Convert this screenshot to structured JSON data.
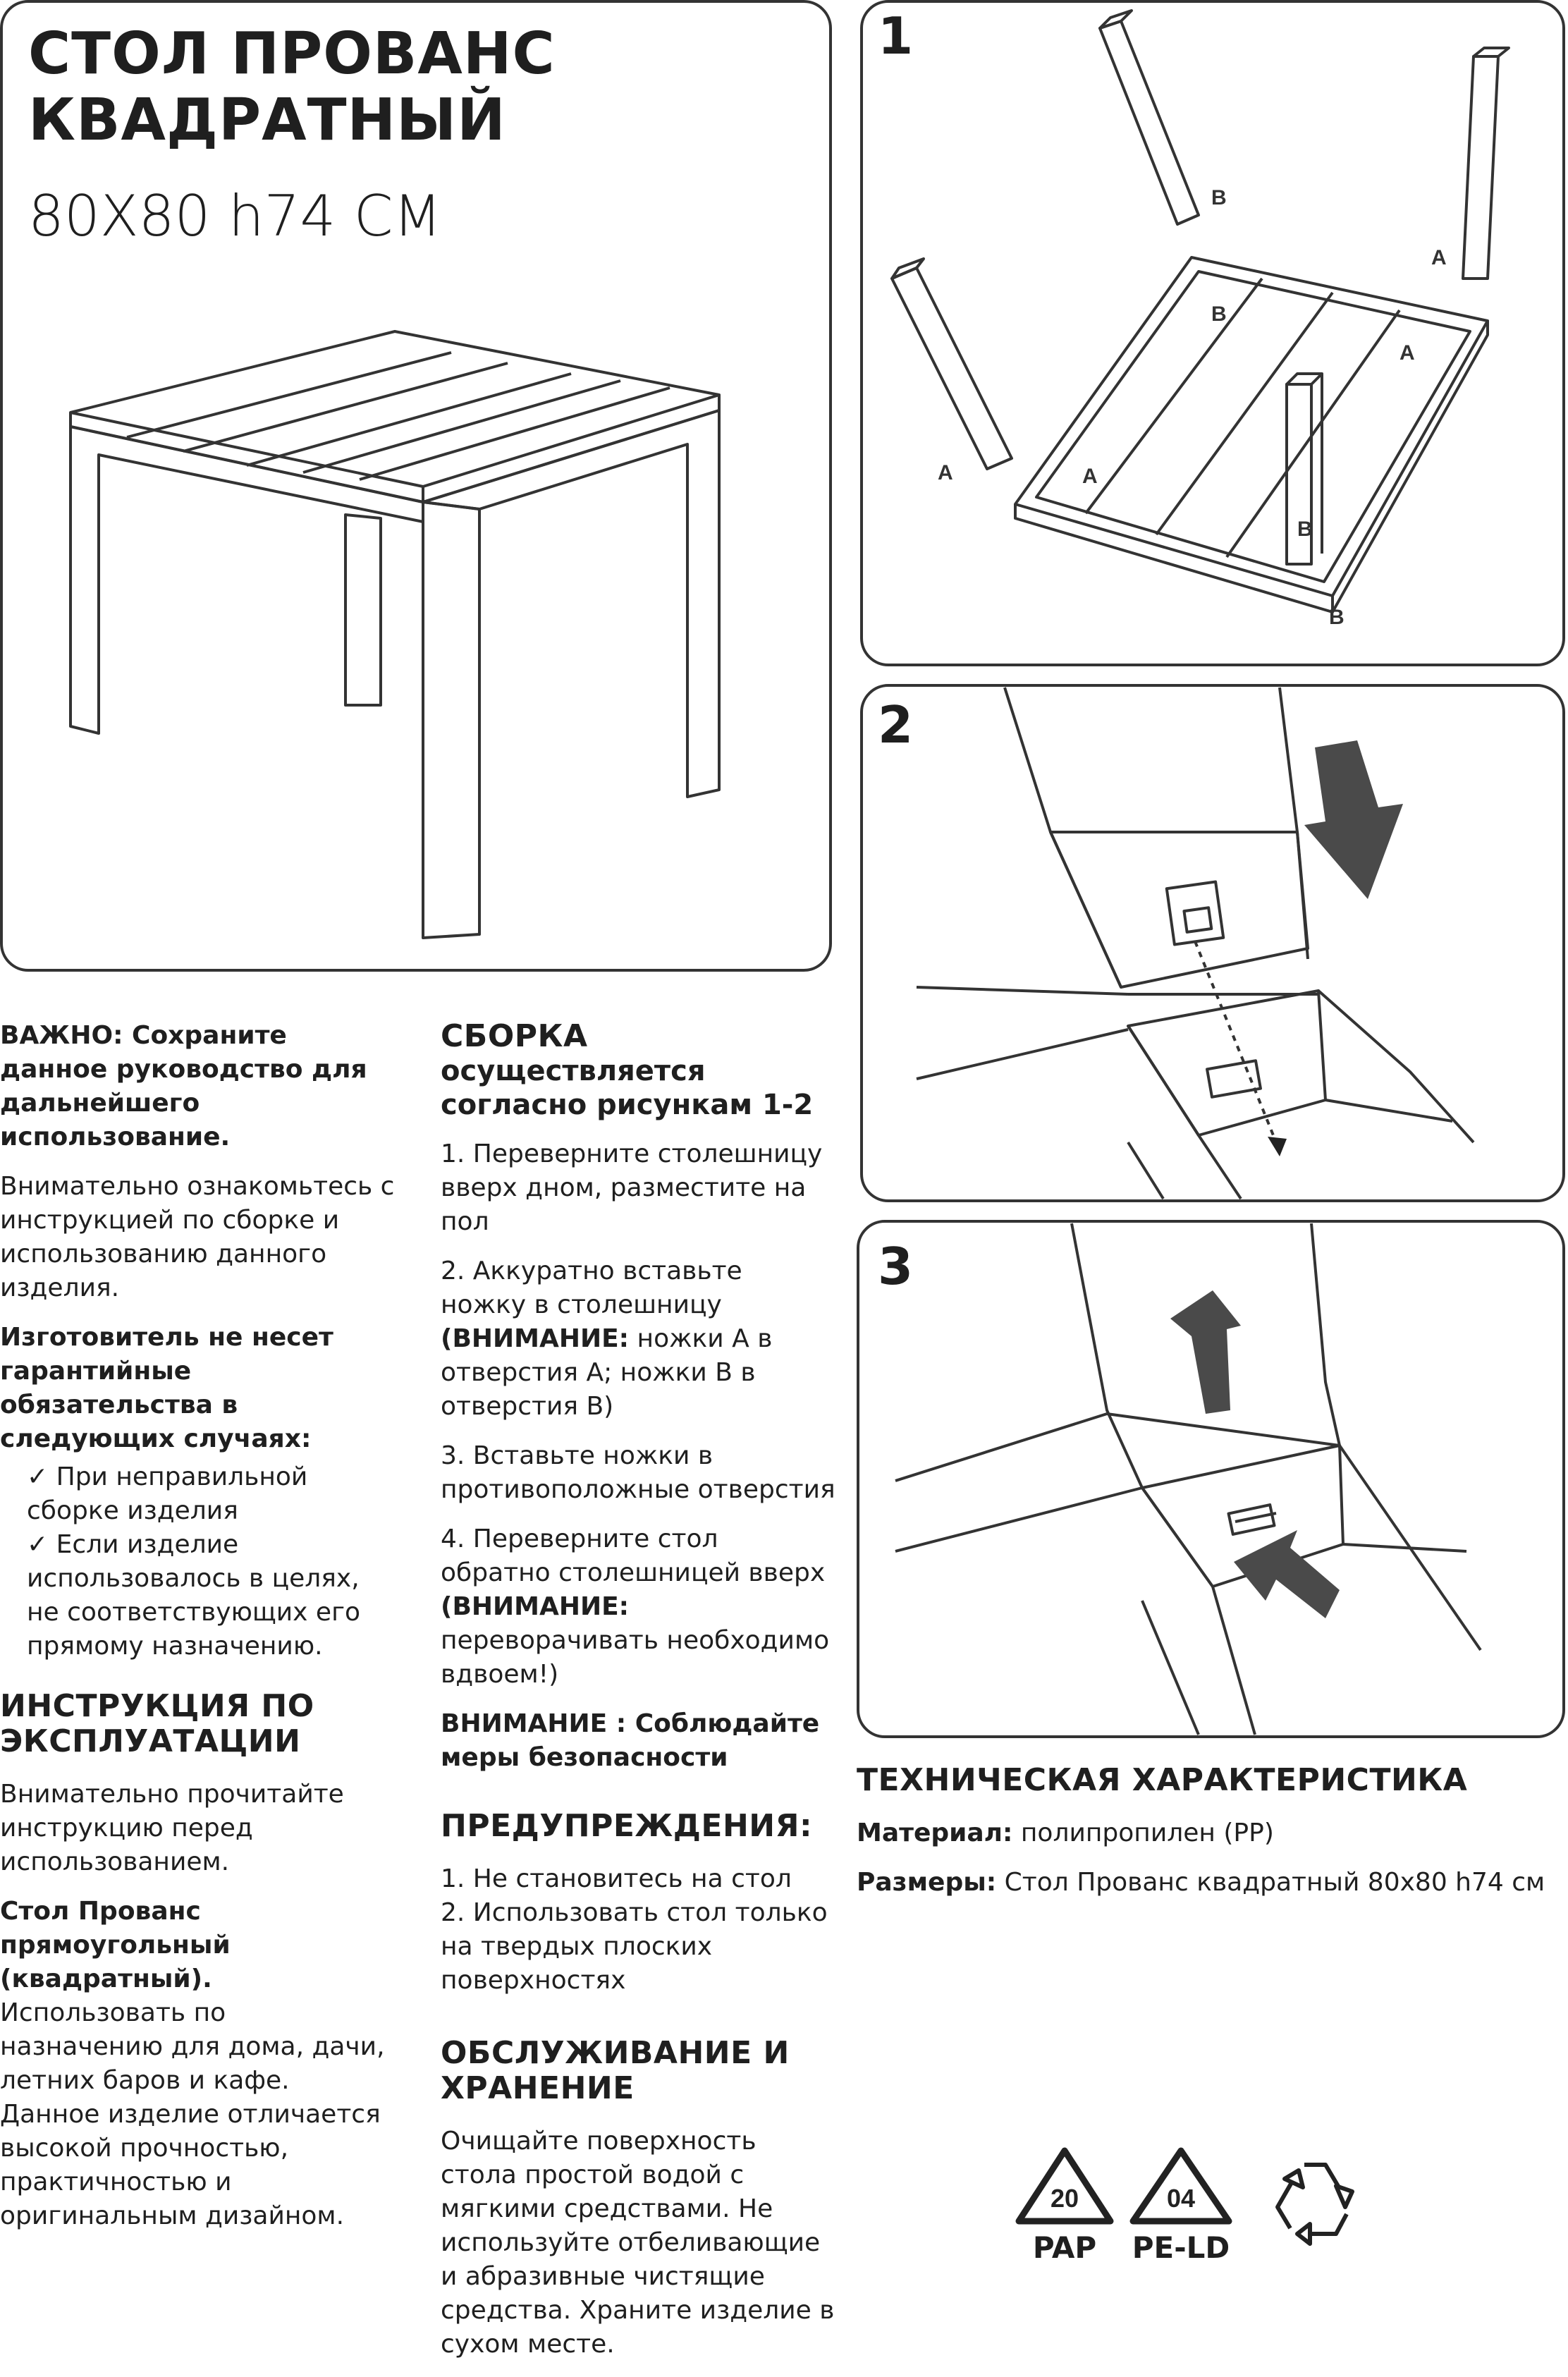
{
  "title": {
    "line1": "СТОЛ ПРОВАНС",
    "line2": "КВАДРАТНЫЙ",
    "dimensions": "80X80 h74 CM"
  },
  "steps": {
    "step1_number": "1",
    "step2_number": "2",
    "step3_number": "3",
    "label_a": "A",
    "label_b": "B"
  },
  "important": {
    "heading": "ВАЖНО:",
    "heading_rest": " Сохраните данное руководство для дальнейшего использование.",
    "intro": "Внимательно ознакомьтесь с инструкцией по сборке и использованию данного изделия.",
    "warranty_heading": "Изготовитель не несет гарантийные обязательства в следующих случаях:",
    "check_mark": "✓",
    "warranty_items": [
      "При неправильной сборке изделия",
      "Если изделие использовалось в целях, не соответствующих его прямому назначению."
    ]
  },
  "operation": {
    "heading": "ИНСТРУКЦИЯ ПО ЭКСПЛУАТАЦИИ",
    "intro": "Внимательно прочитайте инструкцию перед использованием.",
    "product_heading": "Стол Прованс прямоугольный (квадратный).",
    "product_text": "Использовать по назначению для дома, дачи, летних баров и кафе. Данное изделие отличается высокой прочностью, практичностью и оригинальным дизайном."
  },
  "assembly": {
    "heading": "СБОРКА",
    "subheading": "осуществляется согласно рисункам 1-2",
    "step1": "1. Переверните столешницу вверх дном, разместите на пол",
    "step2_text": "2. Аккуратно вставьте ножку в столешницу ",
    "step2_bold": "(ВНИМАНИЕ:",
    "step2_tail": "ножки А в отверстия А; ножки В в отверстия В)",
    "step3": "3. Вставьте ножки в противоположные отверстия",
    "step4_text": "4. Переверните стол обратно столешницей вверх",
    "step4_bold": "(ВНИМАНИЕ:",
    "step4_tail": "переворачивать необходимо вдвоем!)",
    "safety": "ВНИМАНИЕ : Соблюдайте меры безопасности"
  },
  "warnings": {
    "heading": "ПРЕДУПРЕЖДЕНИЯ:",
    "items": [
      "1. Не становитесь на стол",
      "2. Использовать стол только на твердых плоских поверхностях"
    ]
  },
  "maintenance": {
    "heading": "ОБСЛУЖИВАНИЕ И ХРАНЕНИЕ",
    "text": "Очищайте поверхность стола простой водой с мягкими средствами. Не используйте отбеливающие и абразивные чистящие средства. Храните изделие в сухом месте."
  },
  "specs": {
    "heading": "ТЕХНИЧЕСКАЯ ХАРАКТЕРИСТИКА",
    "material_label": "Материал:",
    "material_value": " полипропилен (PP)",
    "size_label": "Размеры:",
    "size_value": " Стол Прованс квадратный 80х80 h74 см"
  },
  "recycling": {
    "pap_code": "20",
    "pap_label": "PAP",
    "pe_code": "04",
    "pe_label": "PE-LD"
  }
}
